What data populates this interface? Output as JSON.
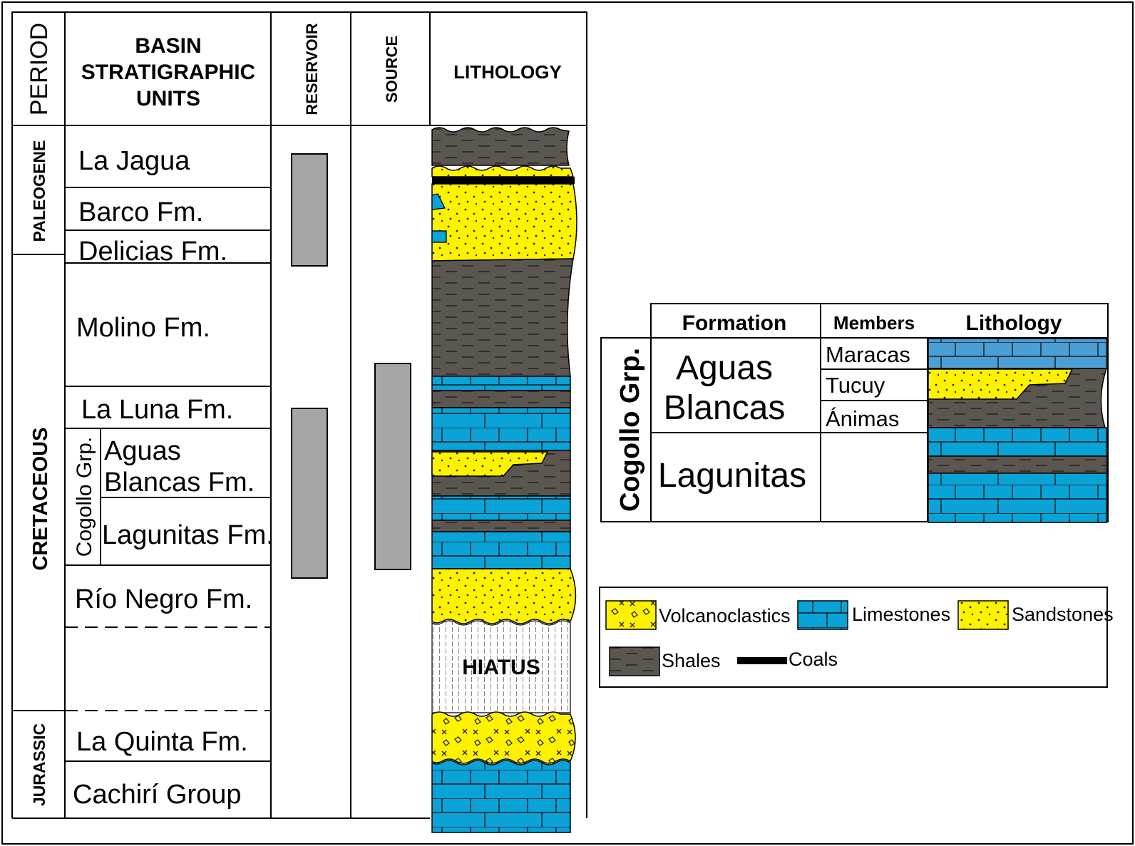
{
  "headers": {
    "period": "PERIOD",
    "units_line1": "BASIN",
    "units_line2": "STRATIGRAPHIC",
    "units_line3": "UNITS",
    "reservoir": "RESERVOIR",
    "source": "SOURCE",
    "lithology": "LITHOLOGY"
  },
  "periods": {
    "paleogene": "PALEOGENE",
    "cretaceous": "CRETACEOUS",
    "jurassic": "JURASSIC"
  },
  "units": {
    "la_jagua": "La Jagua",
    "barco": "Barco Fm.",
    "delicias": "Delicias Fm.",
    "molino": "Molino Fm.",
    "la_luna": "La Luna Fm.",
    "cogollo_group": "Cogollo Grp.",
    "aguas_blancas_1": "Aguas",
    "aguas_blancas_2": "Blancas Fm.",
    "lagunitas": "Lagunitas Fm.",
    "rio_negro": "Río Negro Fm.",
    "la_quinta": "La Quinta Fm.",
    "cachiri": "Cachirí Group"
  },
  "hiatus": "HIATUS",
  "detail": {
    "header_formation": "Formation",
    "header_members": "Members",
    "header_lithology": "Lithology",
    "group": "Cogollo Grp.",
    "aguas_1": "Aguas",
    "aguas_2": "Blancas",
    "lagunitas": "Lagunitas",
    "member_maracas": "Maracas",
    "member_tucuy": "Tucuy",
    "member_animas": "Ánimas"
  },
  "legend": {
    "volcanoclastics": "Volcanoclastics",
    "limestones": "Limestones",
    "sandstones": "Sandstones",
    "shales": "Shales",
    "coals": "Coals"
  },
  "colors": {
    "shale": "#5c5651",
    "limestone_blue": "#0aa3d8",
    "limestone_light": "#4b9fd5",
    "sandstone_yellow": "#fff200",
    "reservoir_grey": "#a6a6a6",
    "coal": "#000000"
  }
}
